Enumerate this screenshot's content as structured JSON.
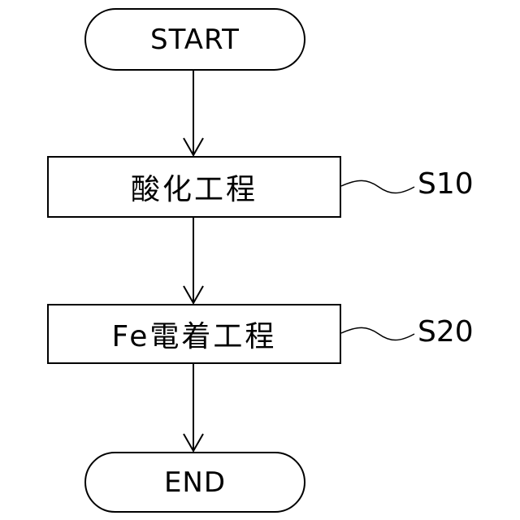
{
  "flowchart": {
    "start_label": "START",
    "end_label": "END",
    "steps": [
      {
        "text": "酸化工程",
        "ref": "S10"
      },
      {
        "text": "Fe電着工程",
        "ref": "S20"
      }
    ]
  }
}
